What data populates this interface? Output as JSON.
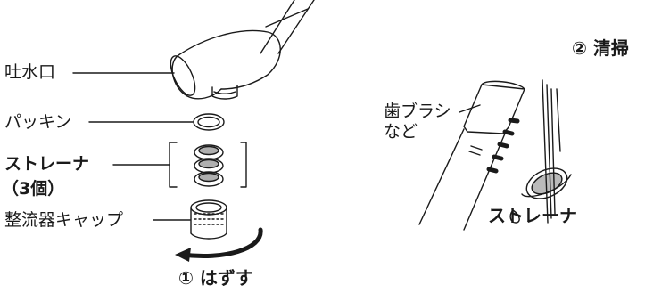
{
  "left": {
    "spout_label": "吐水口",
    "packing_label": "パッキン",
    "strainer_label": "ストレーナ",
    "strainer_count": "（3個）",
    "cap_label": "整流器キャップ",
    "step1_label": "① はずす"
  },
  "right": {
    "brush_label_line1": "歯ブラシ",
    "brush_label_line2": "など",
    "step2_label": "② 清掃",
    "strainer_label": "ストレーナ"
  },
  "colors": {
    "ink": "#1a1a1a",
    "background": "#ffffff"
  }
}
